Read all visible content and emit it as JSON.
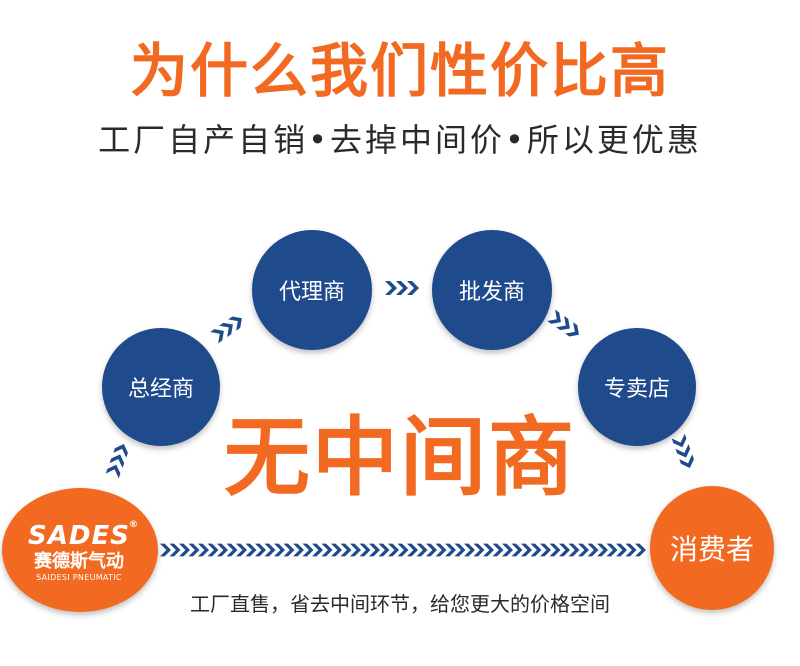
{
  "title": "为什么我们性价比高",
  "subtitle": "工厂自产自销•去掉中间价•所以更优惠",
  "chain": {
    "general_agent": "总经商",
    "agent": "代理商",
    "wholesaler": "批发商",
    "store": "专卖店",
    "consumer": "消费者"
  },
  "headline": "无中间商",
  "footnote": "工厂直售，省去中间环节，给您更大的价格空间",
  "logo": {
    "brand": "SADES",
    "registered": "®",
    "name_cn": "赛德斯气动",
    "name_en": "SAIDESI PNEUMATIC"
  },
  "colors": {
    "orange": "#f26a21",
    "navy": "#1f4a8c"
  }
}
